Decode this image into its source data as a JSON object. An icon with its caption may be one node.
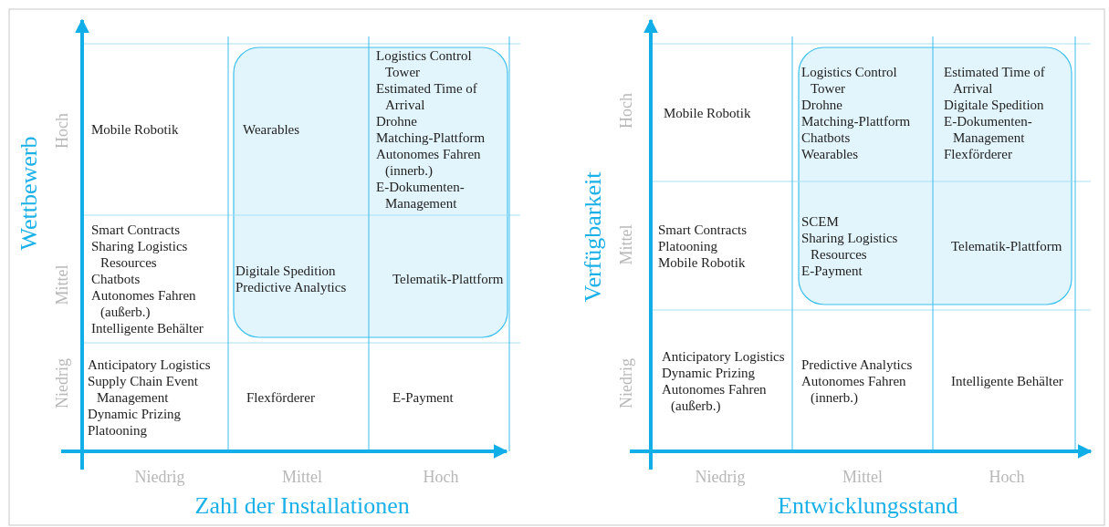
{
  "diagram": {
    "nodes": [
      {
        "text": [
          "Mobile Robotik"
        ]
      },
      {
        "text": [
          "Wearables"
        ]
      },
      {
        "text": [
          "Logistics Control Tower",
          "Estimated Time of Arrival",
          "Drohne",
          "Matching-Plattform",
          "Autonomes Fahren (innerb.)",
          "E-Dokumenten-Management"
        ]
      },
      {
        "text": [
          "Smart Contracts",
          "Sharing Logistics Resources",
          "Chatbots",
          "Autonomes Fahren (außerb.)",
          "Intelligente Behälter"
        ]
      },
      {
        "text": [
          "Digitale Spedition",
          "Predictive Analytics"
        ]
      },
      {
        "text": [
          "Telematik-Plattform"
        ]
      },
      {
        "text": [
          "Anticipatory Logistics",
          "Supply Chain Event Management",
          "Dynamic Prizing",
          "Platooning"
        ]
      },
      {
        "text": [
          "Flexförderer"
        ]
      },
      {
        "text": [
          "E-Payment"
        ]
      },
      {
        "text": [
          "Mobile Robotik"
        ]
      },
      {
        "text": [
          "Logistics Control Tower",
          "Drohne",
          "Matching-Plattform",
          "Chatbots",
          "Wearables"
        ]
      },
      {
        "text": [
          "Estimated Time of Arrival",
          "Digitale Spedition",
          "E-Dokumenten-Management",
          "Flexförderer"
        ]
      },
      {
        "text": [
          "Smart Contracts",
          "Platooning",
          "Mobile Robotik"
        ]
      },
      {
        "text": [
          "SCEM",
          "Sharing Logistics Resources",
          "E-Payment"
        ]
      },
      {
        "text": [
          "Telematik-Plattform"
        ]
      },
      {
        "text": [
          "Anticipatory Logistics",
          "Dynamic Prizing",
          "Autonomes Fahren (außerb.)"
        ]
      },
      {
        "text": [
          "Predictive Analytics",
          "Autonomes Fahren (innerb.)"
        ]
      },
      {
        "text": [
          "Intelligente Behälter"
        ]
      }
    ],
    "labels": [
      "Wettbewerb",
      "Hoch",
      "Mittel",
      "Niedrig",
      "Niedrig",
      "Mittel",
      "Hoch",
      "Zahl der Installationen",
      "Verfügbarkeit",
      "Hoch",
      "Mittel",
      "Niedrig",
      "Niedrig",
      "Mittel",
      "Hoch",
      "Entwicklungsstand"
    ]
  }
}
